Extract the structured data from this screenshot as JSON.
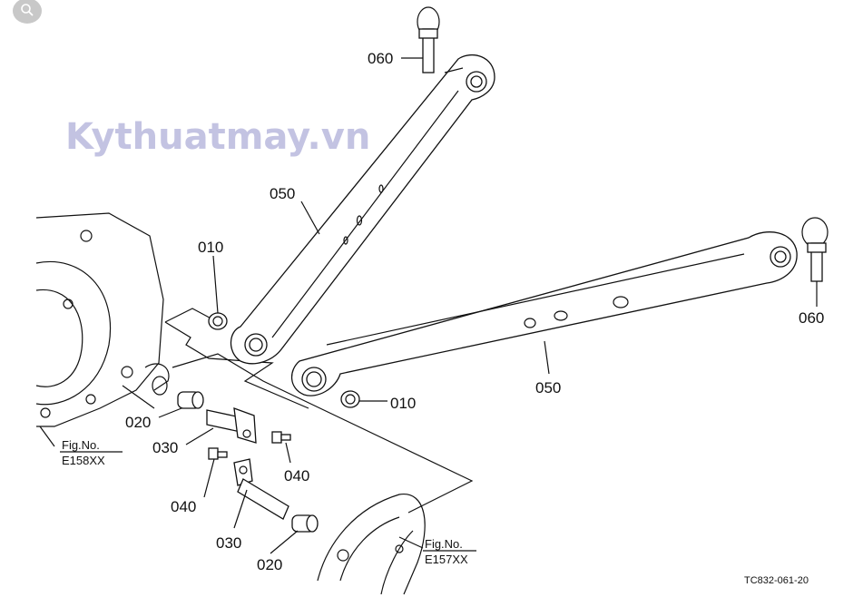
{
  "toolbar": {
    "search_icon": "magnifier-icon"
  },
  "watermark": "Kythuatmay.vn",
  "labels": {
    "pin_060_top": "060",
    "pin_060_right": "060",
    "arm_050_upper": "050",
    "arm_050_lower": "050",
    "bushing_010_left": "010",
    "bushing_010_right": "010",
    "bushing_020_upper": "020",
    "bushing_020_lower": "020",
    "pin_030_upper": "030",
    "pin_030_lower": "030",
    "bolt_040_upper": "040",
    "bolt_040_lower": "040"
  },
  "figrefs": {
    "left": {
      "title": "Fig.No.",
      "code": "E158XX"
    },
    "right": {
      "title": "Fig.No.",
      "code": "E157XX"
    }
  },
  "drawing_code": "TC832-061-20"
}
